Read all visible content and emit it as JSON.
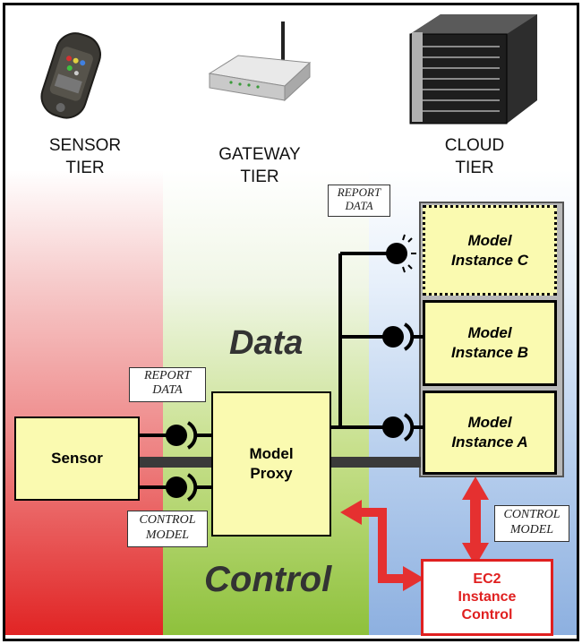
{
  "tiers": {
    "sensor": "SENSOR\nTIER",
    "gateway": "GATEWAY\nTIER",
    "cloud": "CLOUD\nTIER"
  },
  "boxes": {
    "sensor": "Sensor",
    "model_proxy": "Model\nProxy",
    "instance_a": "Model\nInstance A",
    "instance_b": "Model\nInstance B",
    "instance_c": "Model\nInstance C",
    "ec2": "EC2\nInstance\nControl"
  },
  "notes": {
    "report_data_top": "REPORT\nDATA",
    "report_data_left": "REPORT\nDATA",
    "control_model_left": "CONTROL\nMODEL",
    "control_model_right": "CONTROL\nMODEL"
  },
  "planes": {
    "data": "Data",
    "control": "Control"
  },
  "colors": {
    "box_fill": "#fafab0",
    "ec2_border": "#e02020",
    "arrow": "#e53030",
    "instance_group": "#b8b8b8"
  }
}
